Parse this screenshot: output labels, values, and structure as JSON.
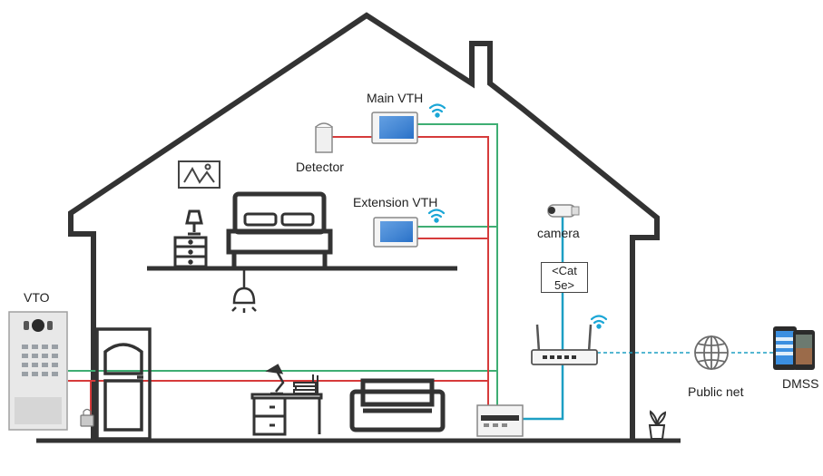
{
  "labels": {
    "main_vth": "Main VTH",
    "detector": "Detector",
    "extension_vth": "Extension VTH",
    "camera": "camera",
    "cat_line1": "<Cat",
    "cat_line2": "5e>",
    "vto": "VTO",
    "public_net": "Public net",
    "dmss": "DMSS"
  },
  "colors": {
    "outline": "#333333",
    "power_wire": "#d63b3b",
    "signal_wire": "#3fae73",
    "network_wire": "#1d9fc4",
    "wifi": "#1aa6d6",
    "screen": "#2f7fd8"
  }
}
